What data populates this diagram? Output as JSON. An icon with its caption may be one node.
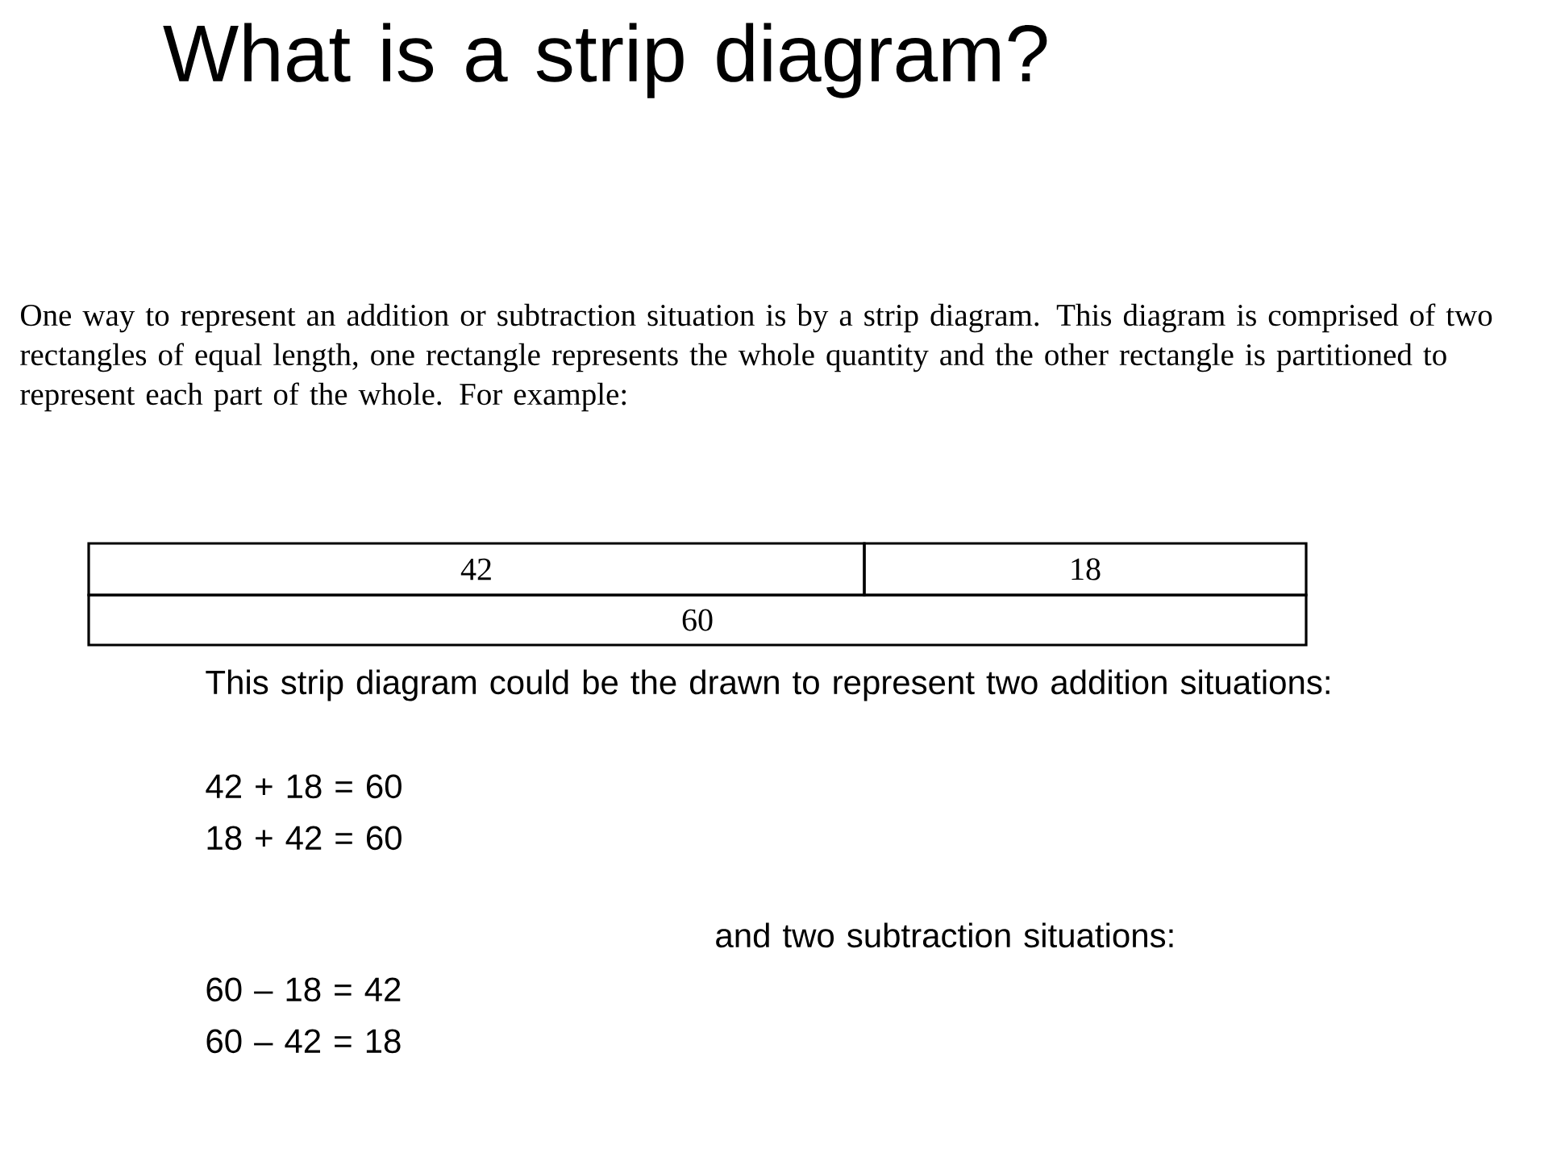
{
  "diagram": {
    "title": "What is a strip diagram?",
    "nodes": [
      {
        "text": [
          "42"
        ]
      },
      {
        "text": [
          "18"
        ]
      },
      {
        "text": [
          "60"
        ]
      }
    ],
    "labels": [
      "One way to represent an addition or subtraction situation is by a strip diagram. This diagram is comprised of two rectangles of equal length, one rectangle represents the whole quantity and the other rectangle is partitioned to represent each part of the whole. For example:",
      "This strip diagram could be the drawn to represent two addition situations:",
      "42 + 18 = 60",
      "18 + 42 = 60",
      "and two subtraction situations:",
      "60 – 18 = 42",
      "60 – 42 = 18"
    ]
  }
}
